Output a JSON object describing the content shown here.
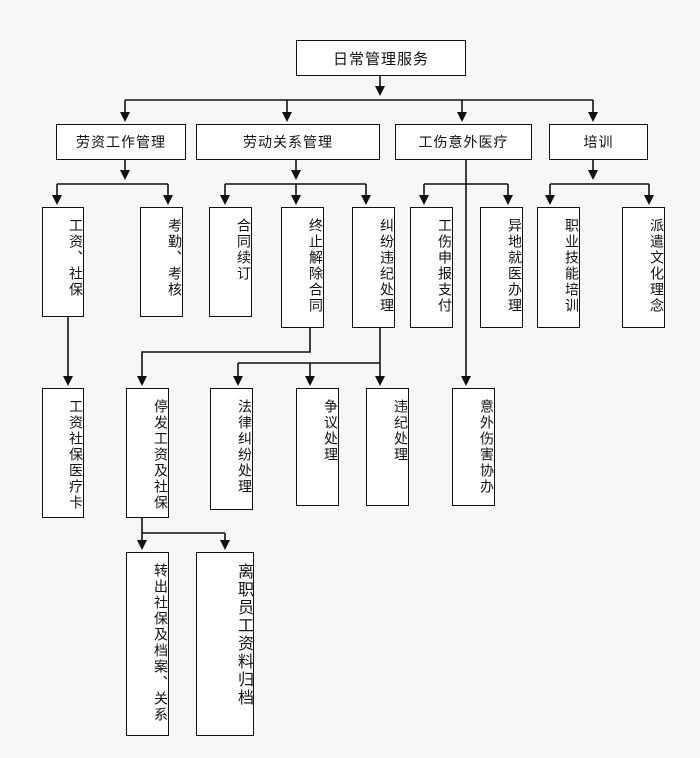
{
  "root": {
    "label": "日常管理服务"
  },
  "level1": {
    "wages": "劳资工作管理",
    "labor": "劳动关系管理",
    "injury": "工伤意外医疗",
    "training": "培训"
  },
  "level2": {
    "wage_social": "工资、社保",
    "attendance": "考勤、考核",
    "contract": "合同续订",
    "termination": "终止解除合同",
    "dispute": "纠纷违纪处理",
    "injury_report": "工伤申报支付",
    "offsite_medical": "异地就医办理",
    "vocational": "职业技能培训",
    "culture": "派遣文化理念"
  },
  "level3": {
    "medical_card": "工资社保医疗卡",
    "stop_pay": "停发工资及社保",
    "legal_dispute": "法律纠纷处理",
    "dispute_handling": "争议处理",
    "discipline": "违纪处理",
    "accident": "意外伤害协办"
  },
  "level4": {
    "transfer": "转出社保及档案、关系",
    "archive": "离职员工资料归档"
  },
  "colors": {
    "line": "#111111",
    "box_fill": "#ffffff",
    "background": "#f7f7f7"
  }
}
